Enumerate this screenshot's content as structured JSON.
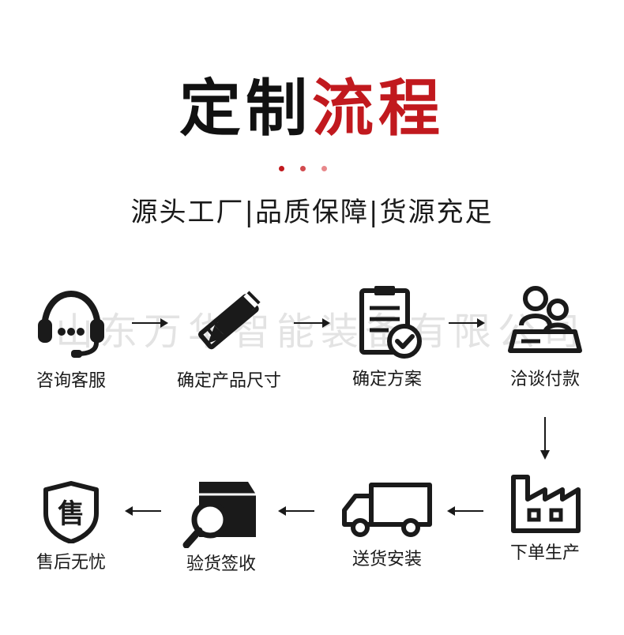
{
  "title": {
    "black": "定制",
    "red": "流程"
  },
  "accent_colors": {
    "black": "#111111",
    "red": "#c1191e",
    "dot_dark": "#c1191e",
    "dot_light": "#e8888b"
  },
  "subtitle": "源头工厂|品质保障|货源充足",
  "watermark": "山东万华智能装备有限公司",
  "steps": [
    {
      "label": "咨询客服",
      "icon": "headset-icon"
    },
    {
      "label": "确定产品尺寸",
      "icon": "ruler-pencil-icon"
    },
    {
      "label": "确定方案",
      "icon": "clipboard-check-icon"
    },
    {
      "label": "洽谈付款",
      "icon": "meeting-users-icon"
    },
    {
      "label": "下单生产",
      "icon": "factory-icon"
    },
    {
      "label": "送货安装",
      "icon": "delivery-truck-icon"
    },
    {
      "label": "验货签收",
      "icon": "box-magnifier-icon"
    },
    {
      "label": "售后无忧",
      "icon": "shield-shou-icon"
    }
  ],
  "shield_char": "售"
}
